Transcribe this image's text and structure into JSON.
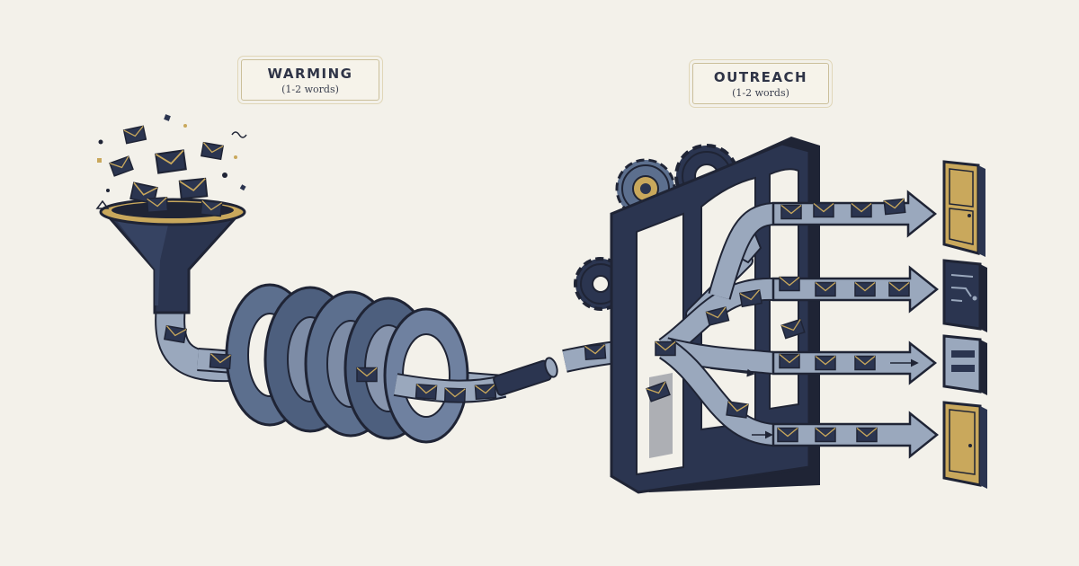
{
  "stages": [
    {
      "title": "WARMING",
      "subtitle": "(1-2 words)"
    },
    {
      "title": "OUTREACH",
      "subtitle": "(1-2 words)"
    }
  ],
  "colors": {
    "background": "#f3f1ea",
    "navy": "#2b3550",
    "steel": "#5c6f8e",
    "light_steel": "#9aa8bd",
    "gold": "#c9a85c",
    "outline": "#1f2435"
  },
  "icons": {
    "intake": "funnel-icon",
    "processor": "coil-rings-icon",
    "router": "gate-frame-icon",
    "machinery": "gear-icon",
    "unit": "envelope-icon",
    "destinations": [
      "door-icon",
      "document-icon",
      "form-icon",
      "door-icon"
    ]
  }
}
